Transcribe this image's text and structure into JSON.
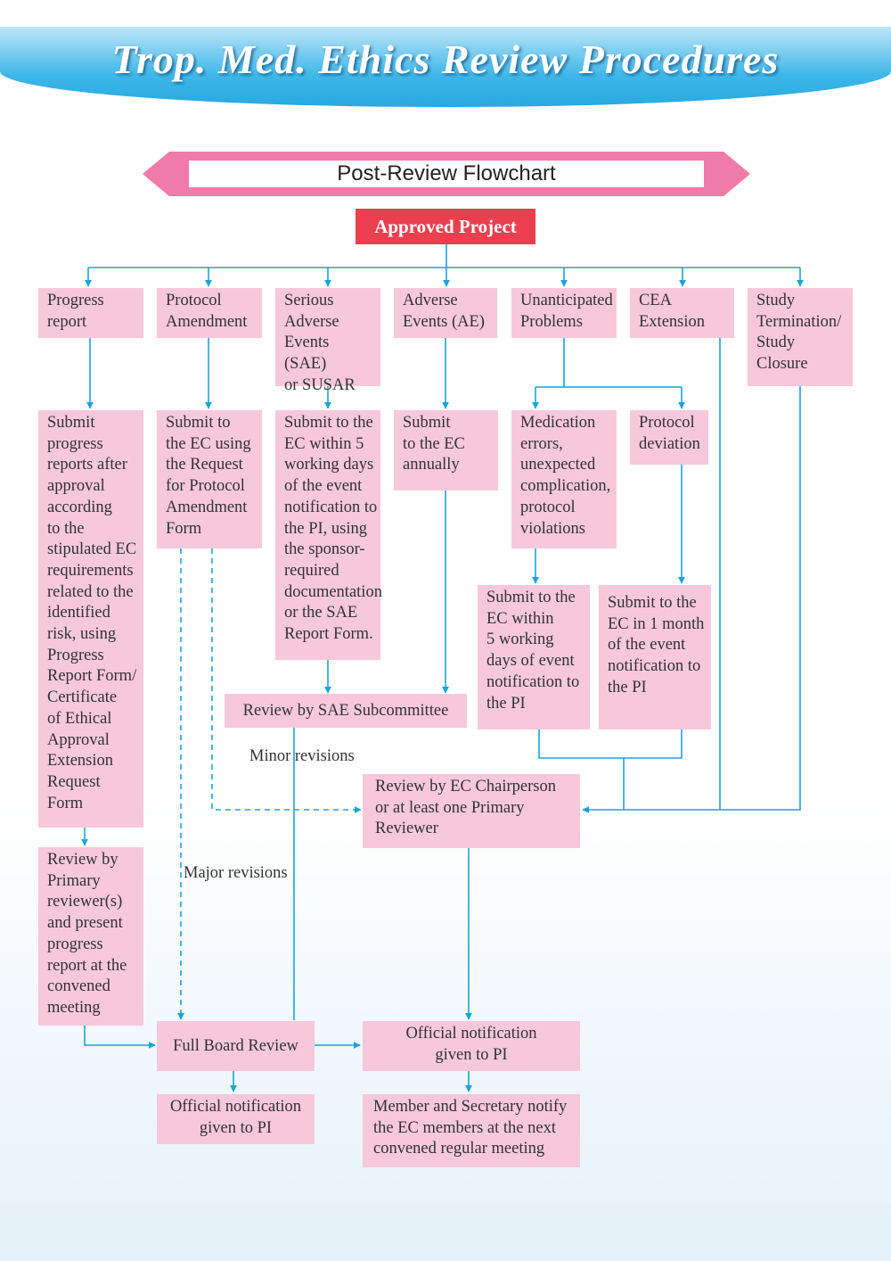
{
  "header": {
    "title": "Trop. Med. Ethics Review Procedures"
  },
  "banner": {
    "title": "Post-Review Flowchart"
  },
  "colors": {
    "box": "#f7c8da",
    "arrow": "#1aa3dc",
    "approved": "#ea3f4e",
    "banner": "#f07aa8"
  },
  "flow": {
    "approved": "Approved Project",
    "top": {
      "progress": "Progress\nreport",
      "amendment": "Protocol\nAmendment",
      "sae": "Serious\nAdverse\nEvents (SAE)\nor SUSAR",
      "ae": "Adverse\nEvents (AE)",
      "unanticipated": "Unanticipated\nProblems",
      "cea": "CEA\nExtension",
      "termination": "Study\nTermination/\nStudy\nClosure"
    },
    "submit": {
      "progress": "Submit\nprogress\nreports after\napproval\naccording\nto the\nstipulated EC\nrequirements\nrelated to the\nidentified\nrisk, using\nProgress\nReport Form/\nCertificate\nof Ethical\nApproval\nExtension\nRequest\nForm",
      "amendment": "Submit to\nthe EC using\nthe Request\nfor Protocol\nAmendment\nForm",
      "sae": "Submit to the\nEC within 5\nworking days\nof the event\nnotification to\nthe PI, using\nthe sponsor-\nrequired\ndocumentation\nor the SAE\nReport Form.",
      "ae": "Submit\nto the EC\nannually",
      "medication": "Medication\nerrors,\nunexpected\ncomplication,\nprotocol\nviolations",
      "deviation": "Protocol\ndeviation",
      "medication_submit": "Submit to the\nEC within\n5 working\ndays of event\nnotification to\nthe PI",
      "deviation_submit": "Submit to the\nEC in 1 month\nof the event\nnotification to\nthe PI"
    },
    "review": {
      "sae_subcommittee": "Review by SAE Subcommittee",
      "chairperson": "Review by EC Chairperson\nor at least one Primary\nReviewer",
      "primary": "Review by\nPrimary\nreviewer(s)\nand present\nprogress\nreport at the\nconvened\nmeeting",
      "full_board": "Full Board Review"
    },
    "labels": {
      "minor": "Minor revisions",
      "major": "Major revisions"
    },
    "outcome": {
      "notify_left": "Official notification\ngiven to PI",
      "notify_right": "Official notification\ngiven to PI",
      "members": "Member and Secretary notify\nthe EC members at the next\nconvened regular meeting"
    }
  }
}
